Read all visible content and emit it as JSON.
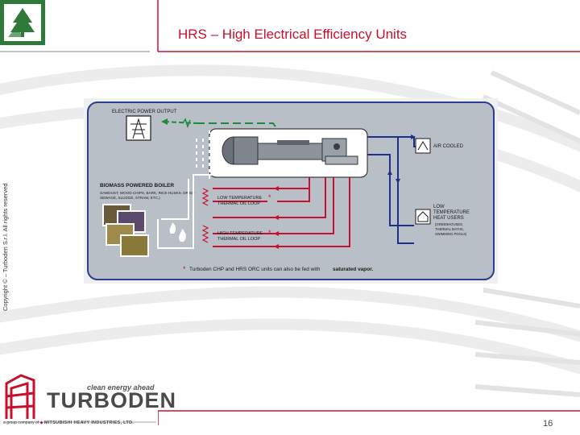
{
  "slide": {
    "title": "HRS – High Electrical Efficiency Units",
    "page_number": "16",
    "copyright": "Copyright © – Turboden S.r.l. All rights reserved"
  },
  "brand": {
    "slogan": "clean energy ahead",
    "name": "TURBODEN",
    "group_prefix": "a group company of",
    "group_name": "MITSUBISHI HEAVY INDUSTRIES, LTD."
  },
  "diagram": {
    "electric_output": "ELECTRIC POWER OUTPUT",
    "boiler_title": "BIOMASS POWERED BOILER",
    "boiler_fuel_1": "SAWDUST, WOOD CHIPS, BARK, RICE HUSKS, DRIED",
    "boiler_fuel_2": "SEWAGE, SLUDGE, STRAW, ETC.)",
    "low_temp_1": "LOW TEMPERATURE",
    "low_temp_2": "THERMAL OIL LOOP",
    "high_temp_1": "HIGH TEMPERATURE",
    "high_temp_2": "THERMAL OIL LOOP",
    "air_cooled": "AIR COOLED",
    "lt_heat_1": "LOW",
    "lt_heat_2": "TEMPERATURE",
    "lt_heat_3": "HEAT USERS",
    "lt_heat_4": "(GREENHOUSES,",
    "lt_heat_5": "THERMAL BATHS,",
    "lt_heat_6": "SWIMMING POOLS)",
    "footnote_star": "*",
    "footnote_text": "Turboden CHP and HRS ORC units can also be fed with",
    "footnote_bold": "saturated vapor."
  },
  "colors": {
    "accent_red": "#c8102e",
    "oil_loop_red": "#c8102e",
    "water_loop_blue": "#1f2e8a",
    "power_green": "#1f8a3a",
    "panel_grey": "#b9bfc6"
  }
}
